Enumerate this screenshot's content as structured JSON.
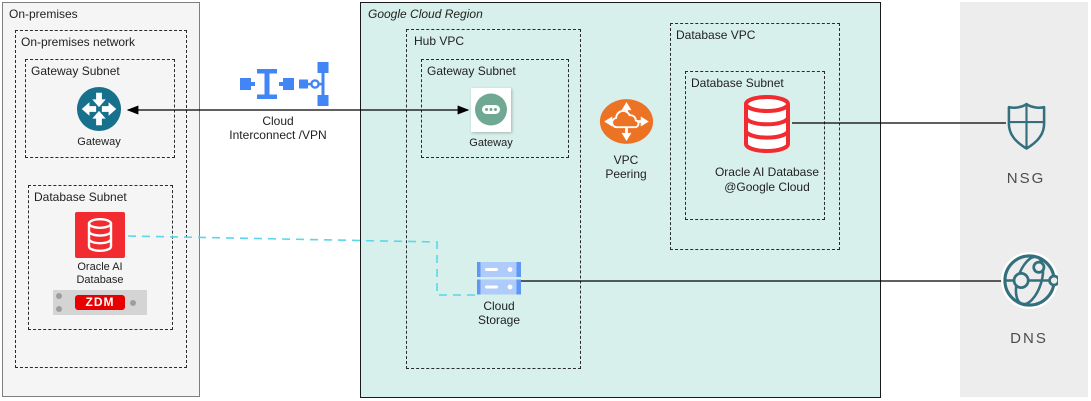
{
  "onprem": {
    "title": "On-premises",
    "network_label": "On-premises network",
    "gateway_subnet": {
      "label": "Gateway Subnet",
      "gateway_label": "Gateway"
    },
    "database_subnet": {
      "label": "Database Subnet",
      "db_line1": "Oracle AI",
      "db_line2": "Database",
      "zdm_label": "ZDM"
    }
  },
  "interconnect": {
    "label_line1": "Cloud",
    "label_line2": "Interconnect /VPN"
  },
  "gcp": {
    "region_label": "Google Cloud Region",
    "hub_vpc": {
      "label": "Hub VPC",
      "gateway_subnet_label": "Gateway Subnet",
      "gateway_label": "Gateway",
      "storage_line1": "Cloud",
      "storage_line2": "Storage"
    },
    "vpc_peering": {
      "line1": "VPC",
      "line2": "Peering"
    },
    "database_vpc": {
      "label": "Database VPC",
      "subnet_label": "Database Subnet",
      "db_line1": "Oracle AI Database",
      "db_line2": "@Google Cloud"
    }
  },
  "external": {
    "nsg_label": "NSG",
    "dns_label": "DNS"
  },
  "colors": {
    "onprem_bg": "#f5f5f5",
    "region_bg": "#d8f0eb",
    "external_bg": "#ededed",
    "router_teal": "#17708c",
    "gateway_green": "#6fa893",
    "peering_orange": "#ed7324",
    "oracle_red": "#f12b2f",
    "zdm_red": "#e60000",
    "gcp_blue": "#4285f4",
    "storage_light_blue": "#aecbfa",
    "storage_dark_blue": "#5e97f6",
    "outline_teal": "#336f7d",
    "link_cyan": "#5bd6ea",
    "line_black": "#000000"
  }
}
